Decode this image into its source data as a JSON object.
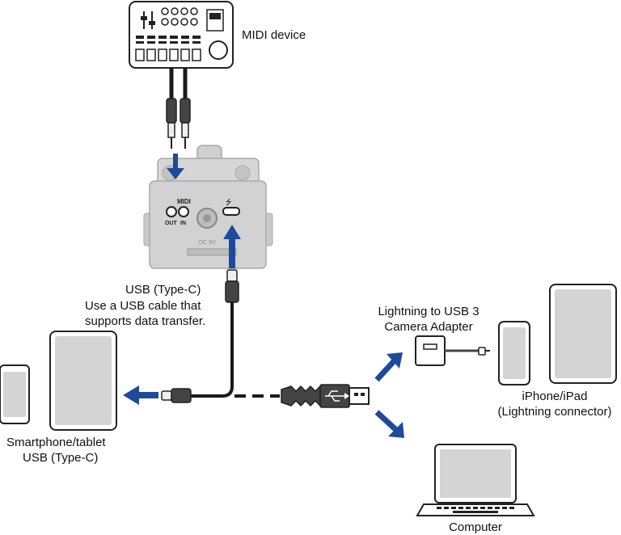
{
  "labels": {
    "midi_device": "MIDI device",
    "usb_type_c": "USB (Type-C)",
    "usb_note_line1": "Use a USB cable that",
    "usb_note_line2": "supports data transfer.",
    "adapter_line1": "Lightning to USB 3",
    "adapter_line2": "Camera Adapter",
    "iphone_line1": "iPhone/iPad",
    "iphone_line2": "(Lightning connector)",
    "smartphone_line1": "Smartphone/tablet",
    "smartphone_line2": "USB (Type-C)",
    "computer": "Computer"
  },
  "device": {
    "midi": "MIDI",
    "out": "OUT",
    "in": "IN",
    "dc": "DC 9V",
    "usb_symbol": "⭍"
  },
  "colors": {
    "arrow": "#1f4a9c",
    "device_gray": "#cfcfcf",
    "line": "#1a1a1a"
  }
}
